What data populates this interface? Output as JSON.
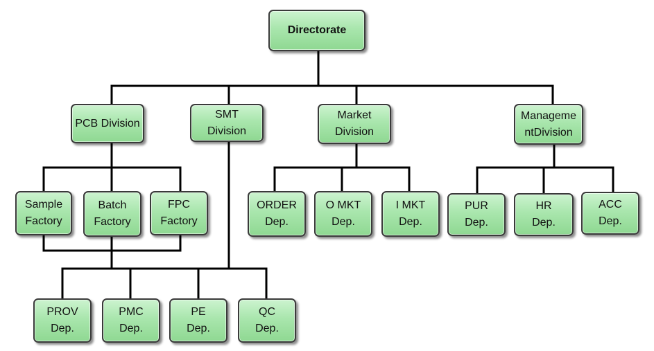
{
  "nodes": {
    "directorate": [
      "Directorate"
    ],
    "pcb": [
      "PCB Division"
    ],
    "smt": [
      "SMT",
      "Division"
    ],
    "market": [
      "Market",
      "Division"
    ],
    "management": [
      "Manageme",
      "ntDivision"
    ],
    "sample": [
      "Sample",
      "Factory"
    ],
    "batch": [
      "Batch",
      "Factory"
    ],
    "fpc": [
      "FPC",
      "Factory"
    ],
    "order": [
      "ORDER",
      "Dep."
    ],
    "omkt": [
      "O MKT",
      "Dep."
    ],
    "imkt": [
      "I MKT",
      "Dep."
    ],
    "pur": [
      "PUR",
      "Dep."
    ],
    "hr": [
      "HR",
      "Dep."
    ],
    "acc": [
      "ACC",
      "Dep."
    ],
    "prov": [
      "PROV",
      "Dep."
    ],
    "pmc": [
      "PMC",
      "Dep."
    ],
    "pe": [
      "PE",
      "Dep."
    ],
    "qc": [
      "QC",
      "Dep."
    ]
  }
}
